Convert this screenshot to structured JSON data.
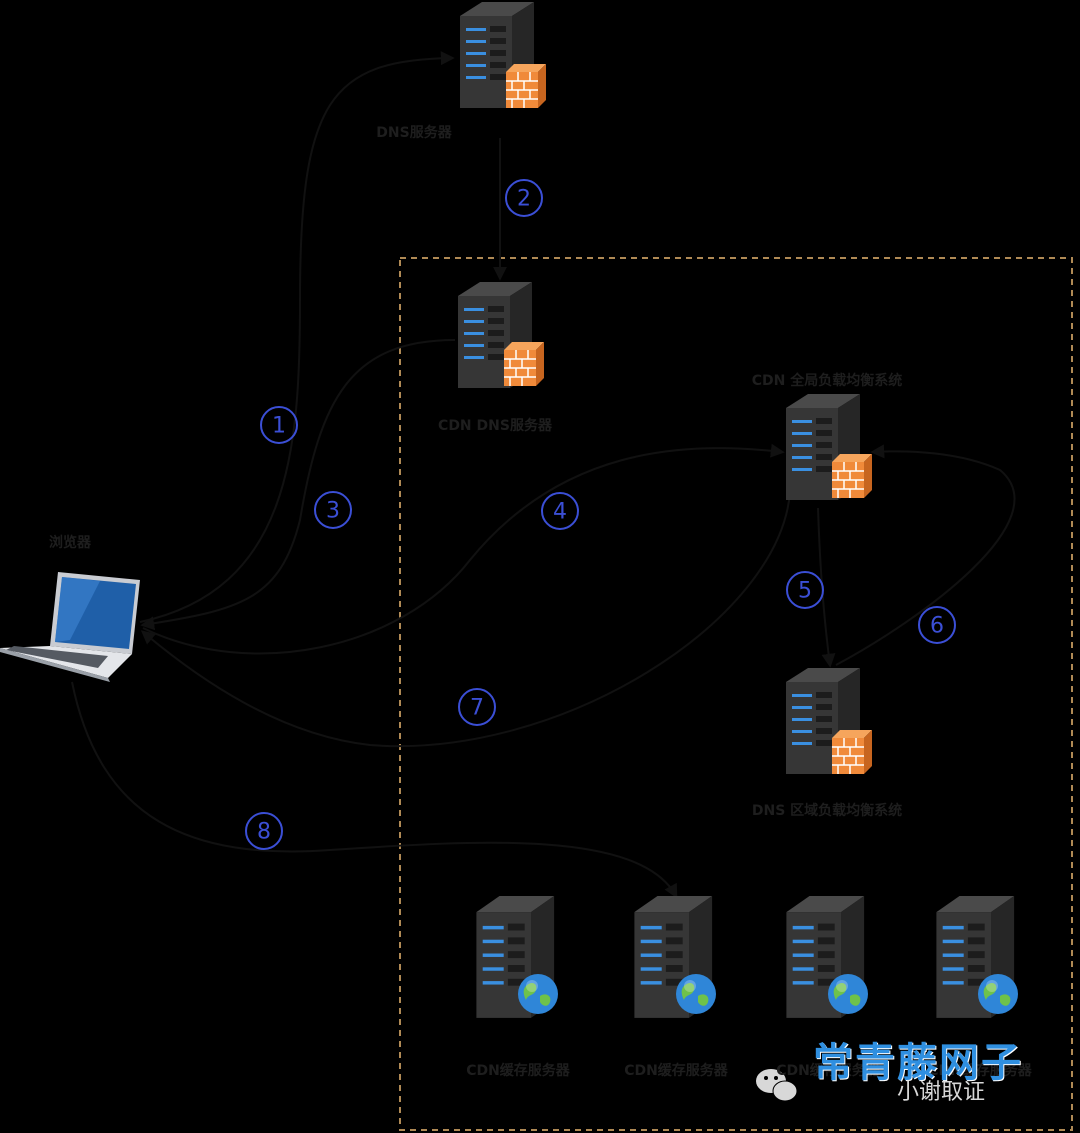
{
  "labels": {
    "dns_server": "DNS服务器",
    "cdn_dns_server": "CDN DNS服务器",
    "global_lb": "CDN 全局负载均衡系统",
    "regional_lb": "DNS 区域负载均衡系统",
    "client": "浏览器",
    "cache_server": "CDN缓存服务器"
  },
  "steps": [
    "①",
    "②",
    "③",
    "④",
    "⑤",
    "⑥",
    "⑦",
    "⑧"
  ],
  "watermark": {
    "brand": "常青藤网子",
    "sub": "小谢取证",
    "icon": "wechat-icon"
  },
  "colors": {
    "background": "#000000",
    "arrow": "#111111",
    "step_circle": "#3b4fd6",
    "boundary": "#b08a55",
    "firewall": "#f08a3a",
    "server_led": "#3a8fe0",
    "globe": "#2f86d8"
  }
}
